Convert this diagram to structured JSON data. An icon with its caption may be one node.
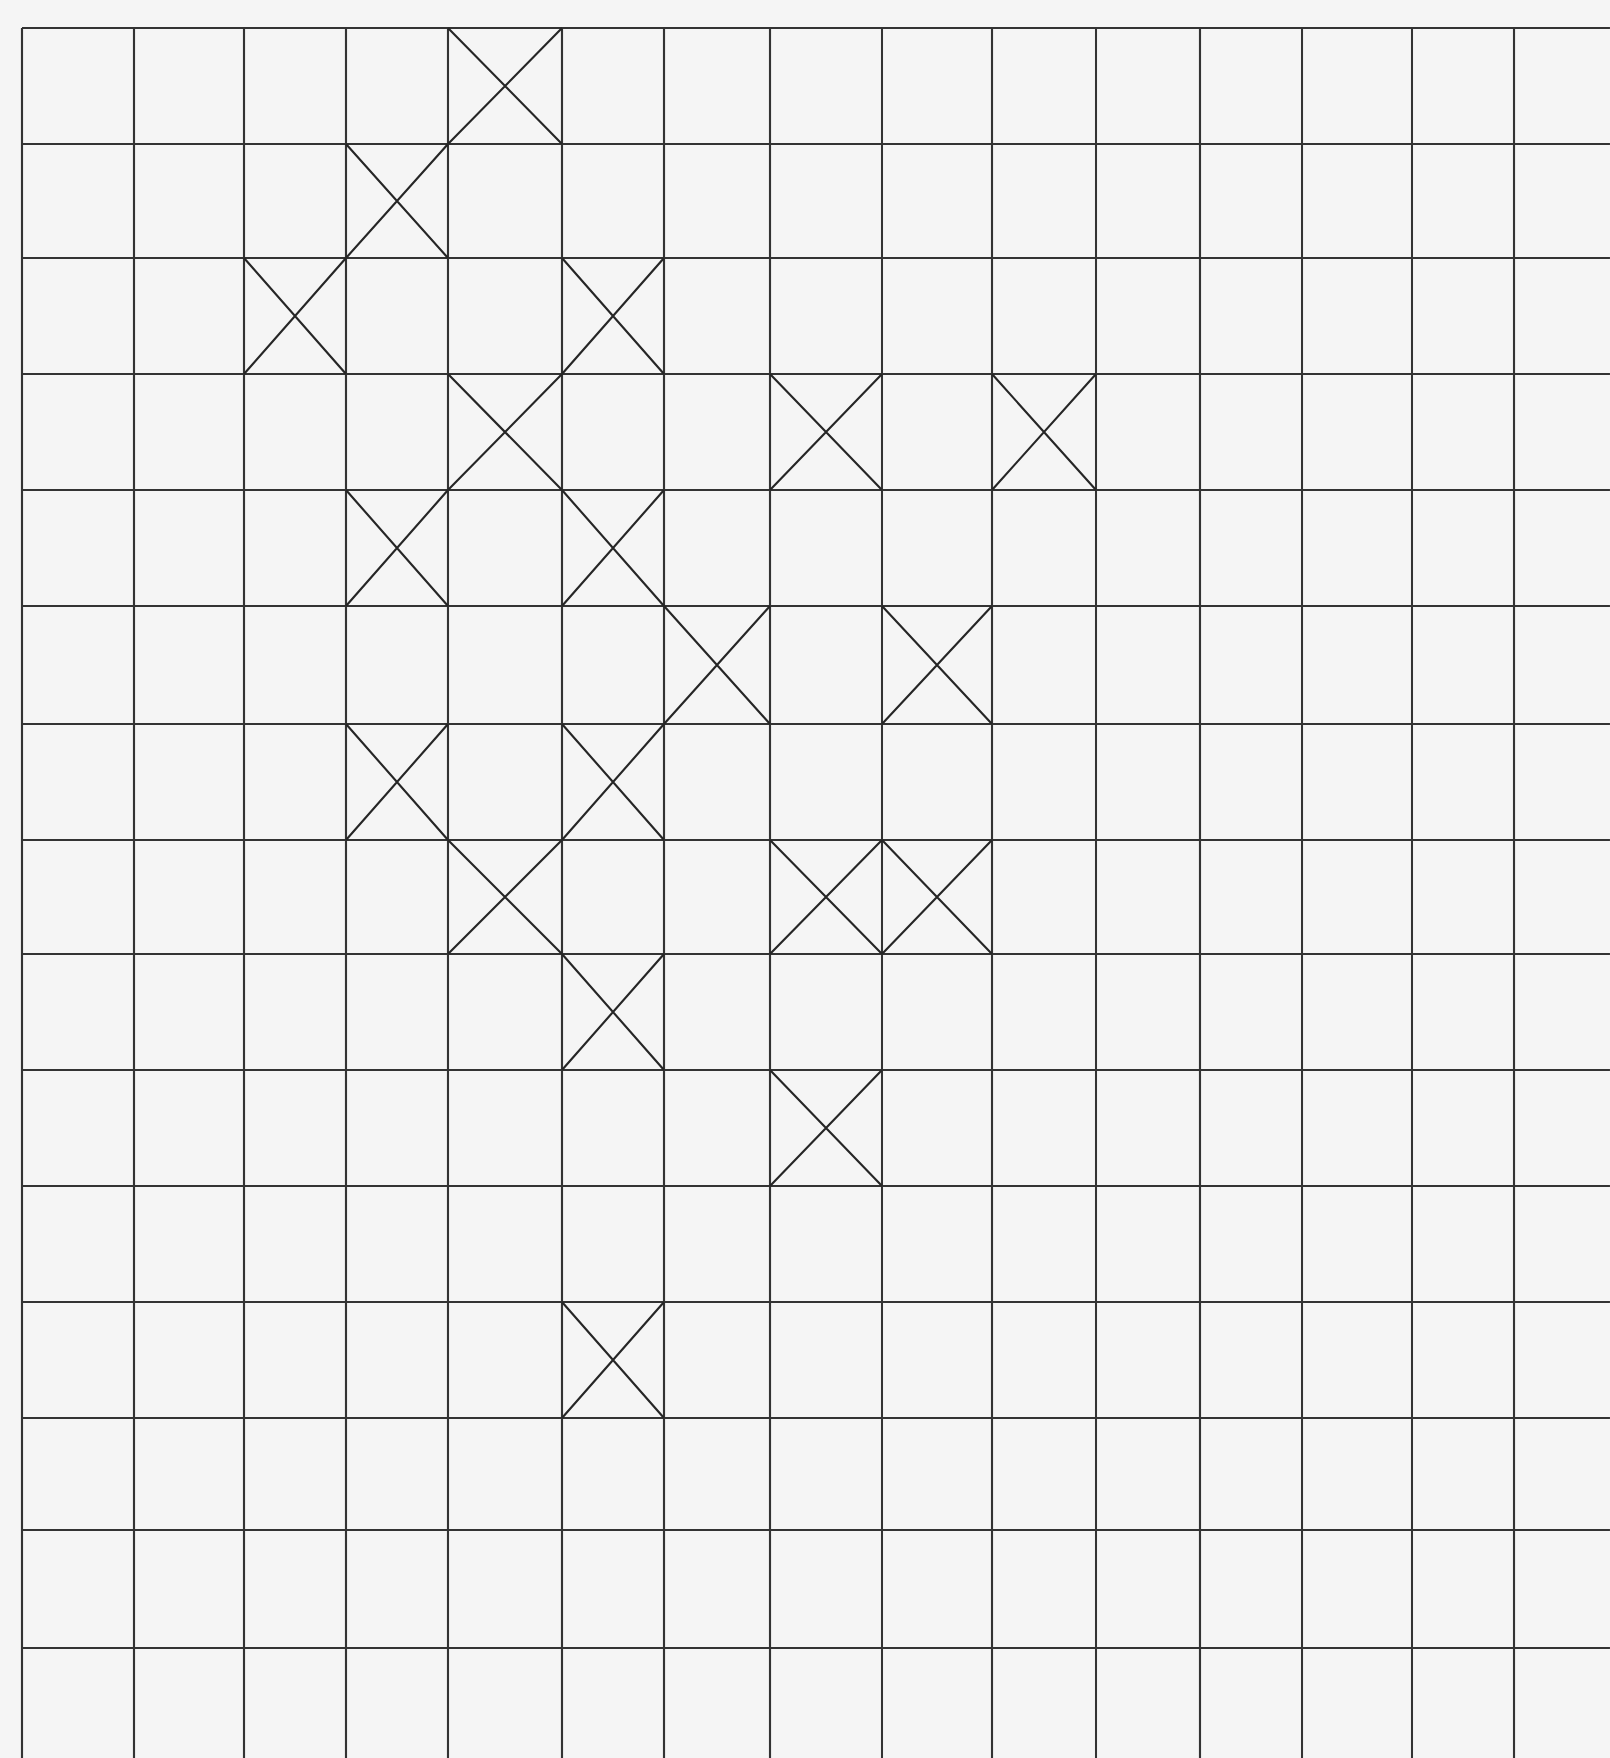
{
  "diagram": {
    "nodes": [
      {
        "text": [],
        "shape": "cross"
      },
      {
        "text": [],
        "shape": "cross"
      },
      {
        "text": [],
        "shape": "cross"
      },
      {
        "text": [],
        "shape": "cross"
      },
      {
        "text": [],
        "shape": "cross"
      },
      {
        "text": [],
        "shape": "cross"
      },
      {
        "text": [],
        "shape": "cross"
      },
      {
        "text": [],
        "shape": "cross"
      },
      {
        "text": [],
        "shape": "cross"
      },
      {
        "text": [],
        "shape": "cross"
      },
      {
        "text": [],
        "shape": "cross"
      },
      {
        "text": [],
        "shape": "cross"
      },
      {
        "text": [],
        "shape": "cross"
      },
      {
        "text": [],
        "shape": "cross"
      },
      {
        "text": [],
        "shape": "cross"
      },
      {
        "text": [],
        "shape": "cross"
      },
      {
        "text": [],
        "shape": "cross"
      },
      {
        "text": [],
        "shape": "cross"
      },
      {
        "text": [],
        "shape": "cross"
      }
    ]
  }
}
